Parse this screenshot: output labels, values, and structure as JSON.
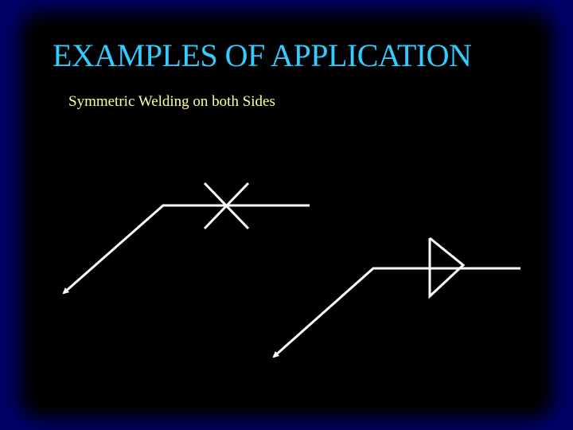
{
  "slide": {
    "title": "EXAMPLES OF APPLICATION",
    "subtitle": "Symmetric Welding on both Sides"
  },
  "symbols": [
    {
      "symbol": "double-v-butt-weld",
      "side": "both sides"
    },
    {
      "symbol": "double-fillet-weld",
      "side": "both sides"
    }
  ],
  "colors": {
    "background": "#000066",
    "panel": "#000000",
    "title": "#33ccff",
    "subtitle": "#ffff99",
    "drawing": "#ffffff"
  }
}
